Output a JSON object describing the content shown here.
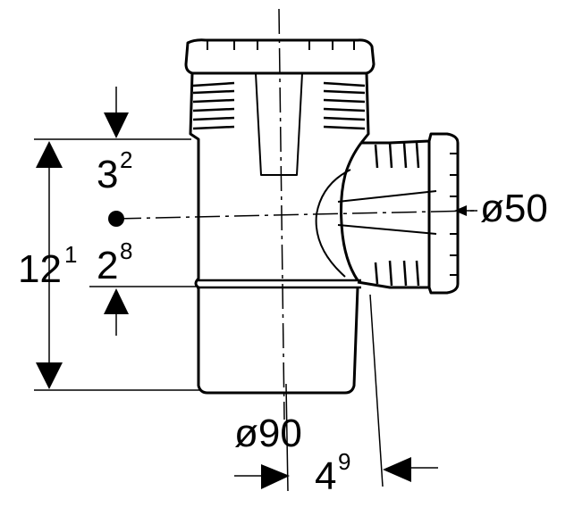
{
  "drawing": {
    "type": "technical-dimension-drawing",
    "subject": "pipe branch fitting",
    "dimensions": {
      "height_total": {
        "base": "12",
        "sup": "1"
      },
      "upper_offset": {
        "base": "3",
        "sup": "2"
      },
      "lower_offset": {
        "base": "2",
        "sup": "8"
      },
      "branch_diameter": "ø50",
      "main_diameter": "ø90",
      "branch_offset": {
        "base": "4",
        "sup": "9"
      }
    }
  }
}
